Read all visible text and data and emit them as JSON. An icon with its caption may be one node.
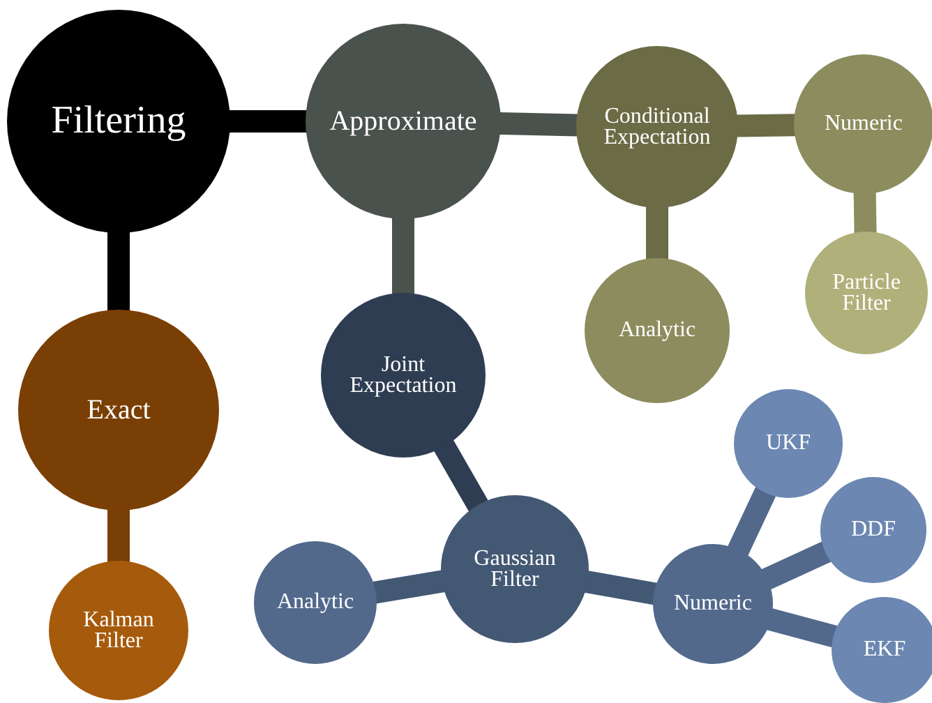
{
  "diagram": {
    "nodes": [
      {
        "text": [
          "Filtering"
        ]
      },
      {
        "text": [
          "Approximate"
        ]
      },
      {
        "text": [
          "Conditional Expectation"
        ]
      },
      {
        "text": [
          "Numeric"
        ]
      },
      {
        "text": [
          "Particle Filter"
        ]
      },
      {
        "text": [
          "Analytic"
        ]
      },
      {
        "text": [
          "Joint Expectation"
        ]
      },
      {
        "text": [
          "Exact"
        ]
      },
      {
        "text": [
          "Kalman Filter"
        ]
      },
      {
        "text": [
          "Gaussian Filter"
        ]
      },
      {
        "text": [
          "Analytic"
        ]
      },
      {
        "text": [
          "Numeric"
        ]
      },
      {
        "text": [
          "UKF"
        ]
      },
      {
        "text": [
          "DDF"
        ]
      },
      {
        "text": [
          "EKF"
        ]
      }
    ],
    "edges": [
      {
        "from": 0,
        "to": 1,
        "arrow": "none",
        "color": "#000000"
      },
      {
        "from": 1,
        "to": 2,
        "arrow": "none"
      },
      {
        "from": 2,
        "to": 3,
        "arrow": "none"
      },
      {
        "from": 3,
        "to": 4,
        "arrow": "none"
      },
      {
        "from": 2,
        "to": 5,
        "arrow": "none"
      },
      {
        "from": 1,
        "to": 6,
        "arrow": "none"
      },
      {
        "from": 0,
        "to": 7,
        "arrow": "none",
        "color": "#000000"
      },
      {
        "from": 7,
        "to": 8,
        "arrow": "none",
        "color": "#7a3f05"
      },
      {
        "from": 6,
        "to": 9,
        "arrow": "none"
      },
      {
        "from": 9,
        "to": 10,
        "arrow": "none"
      },
      {
        "from": 9,
        "to": 11,
        "arrow": "none"
      },
      {
        "from": 11,
        "to": 12,
        "arrow": "none"
      },
      {
        "from": 11,
        "to": 13,
        "arrow": "none"
      },
      {
        "from": 11,
        "to": 14,
        "arrow": "none"
      }
    ]
  }
}
